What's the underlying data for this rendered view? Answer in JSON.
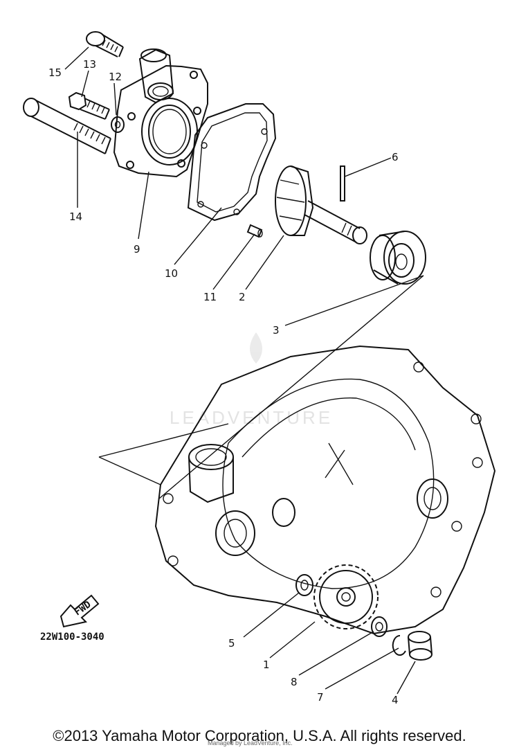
{
  "labels": {
    "p15": "15",
    "p13": "13",
    "p12": "12",
    "p14": "14",
    "p9": "9",
    "p10": "10",
    "p11": "11",
    "p2": "2",
    "p6": "6",
    "p3": "3",
    "p5": "5",
    "p1": "1",
    "p8": "8",
    "p7": "7",
    "p4": "4"
  },
  "fwd_label": "FWD",
  "part_code": "22W100-3040",
  "watermark": "LEADVENTURE",
  "copyright": "©2013 Yamaha Motor Corporation, U.S.A. All rights reserved.",
  "small_credit": "Managed by LeadVenture, Inc."
}
